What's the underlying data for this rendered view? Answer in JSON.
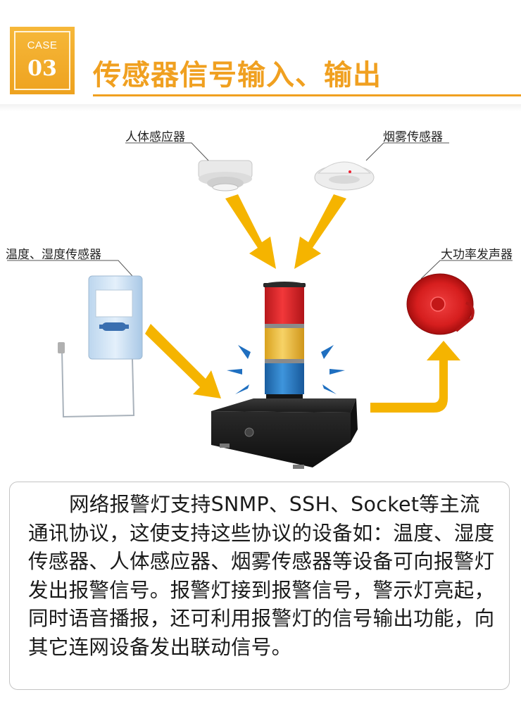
{
  "header": {
    "case_label": "CASE",
    "case_number": "03",
    "title": "传感器信号输入、输出"
  },
  "labels": {
    "human_sensor": "人体感应器",
    "smoke_sensor": "烟雾传感器",
    "temp_humidity_sensor": "温度、湿度传感器",
    "high_power_sounder": "大功率发声器"
  },
  "description": "网络报警灯支持SNMP、SSH、Socket等主流通讯协议，这使支持这些协议的设备如：温度、湿度传感器、人体感应器、烟雾传感器等设备可向报警灯发出报警信号。报警灯接到报警信号，警示灯亮起，同时语音播报，还可利用报警灯的信号输出功能，向其它连网设备发出联动信号。",
  "colors": {
    "accent": "#f0a020",
    "arrow": "#f5b400",
    "light_red": "#e5262a",
    "light_yellow": "#f1c232",
    "light_blue": "#2a7fc9",
    "flash_blue": "#1f6fc0"
  }
}
